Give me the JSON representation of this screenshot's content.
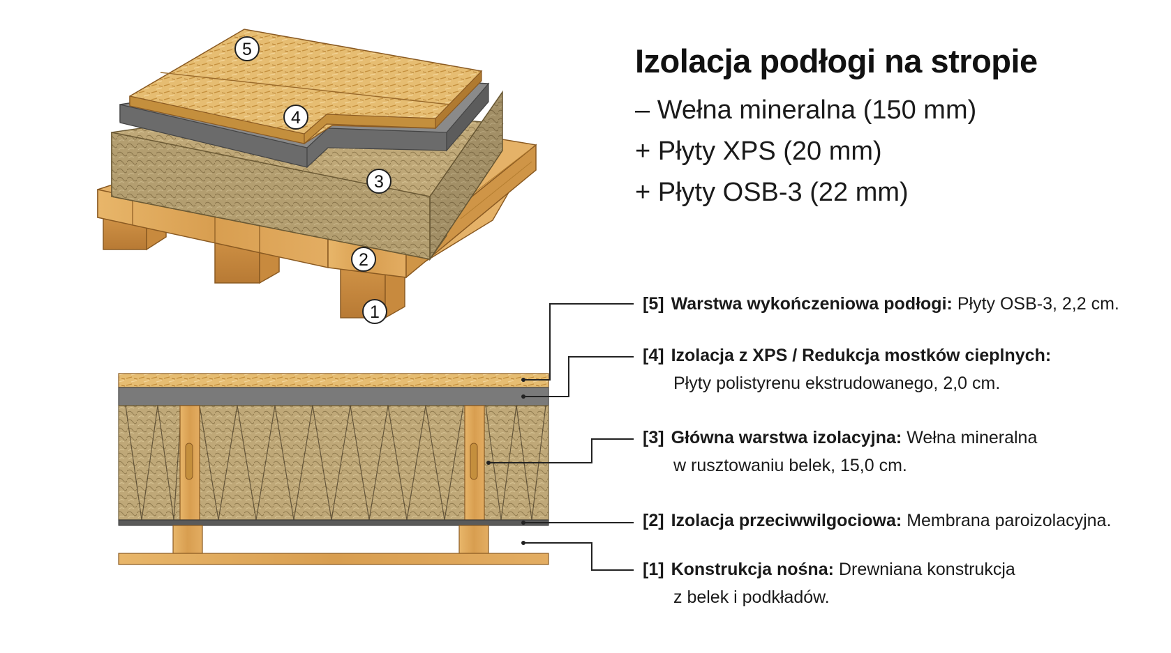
{
  "heading": {
    "title": "Izolacja podłogi na stropie",
    "lines": [
      "– Wełna mineralna (150 mm)",
      "+ Płyty XPS (20 mm)",
      "+ Płyty OSB-3 (22 mm)"
    ]
  },
  "markers": [
    "1",
    "2",
    "3",
    "4",
    "5"
  ],
  "layers": [
    {
      "num": "[5]",
      "name": "Warstwa wykończeniowa podłogi:",
      "desc": "Płyty OSB-3, 2,2 cm.",
      "extra": ""
    },
    {
      "num": "[4]",
      "name": "Izolacja z XPS / Redukcja mostków cieplnych:",
      "desc": "",
      "extra": "Płyty polistyrenu ekstrudowanego, 2,0 cm."
    },
    {
      "num": "[3]",
      "name": "Główna warstwa izolacyjna:",
      "desc": "Wełna mineralna",
      "extra": "w rusztowaniu belek, 15,0 cm."
    },
    {
      "num": "[2]",
      "name": "Izolacja przeciwwilgociowa:",
      "desc": "Membrana paroizolacyjna.",
      "extra": ""
    },
    {
      "num": "[1]",
      "name": "Konstrukcja nośna:",
      "desc": "Drewniana konstrukcja",
      "extra": "z belek i podkładów."
    }
  ],
  "colors": {
    "osb": "#e6bd72",
    "wood": "#dfa85a",
    "wool": "#bfa878",
    "xps": "#7a7a7a",
    "membrane": "#5a5a5a",
    "leader": "#222222"
  }
}
